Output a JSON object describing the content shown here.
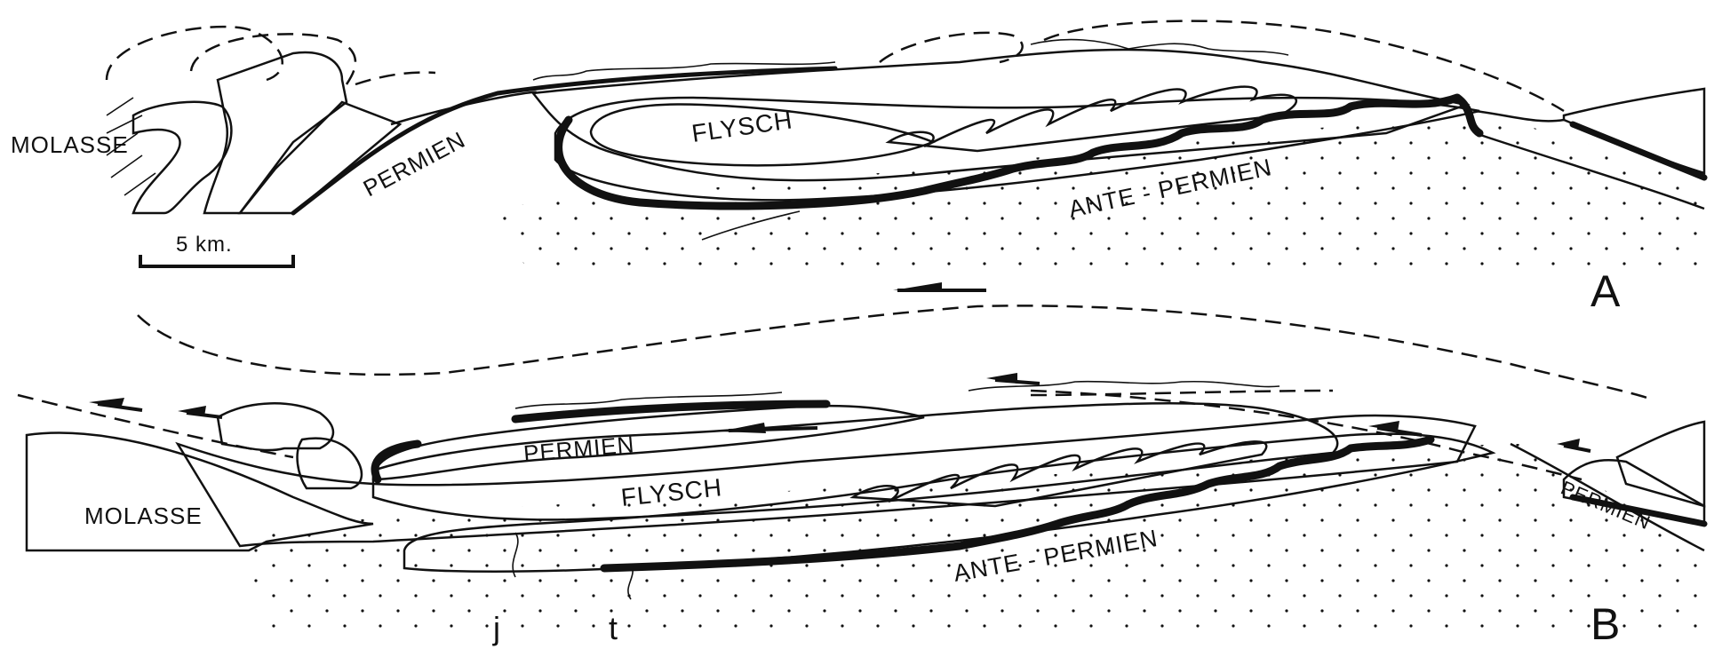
{
  "labels": {
    "molasse": "MOLASSE",
    "permien": "PERMIEN",
    "flysch": "FLYSCH",
    "ante_permien": "ANTE - PERMIEN",
    "scale": "5 km.",
    "j": "j",
    "t": "t"
  },
  "panels": [
    {
      "id": "A",
      "letter": "A"
    },
    {
      "id": "B",
      "letter": "B"
    }
  ],
  "colors": {
    "ink": "#111111",
    "paper": "#ffffff"
  }
}
